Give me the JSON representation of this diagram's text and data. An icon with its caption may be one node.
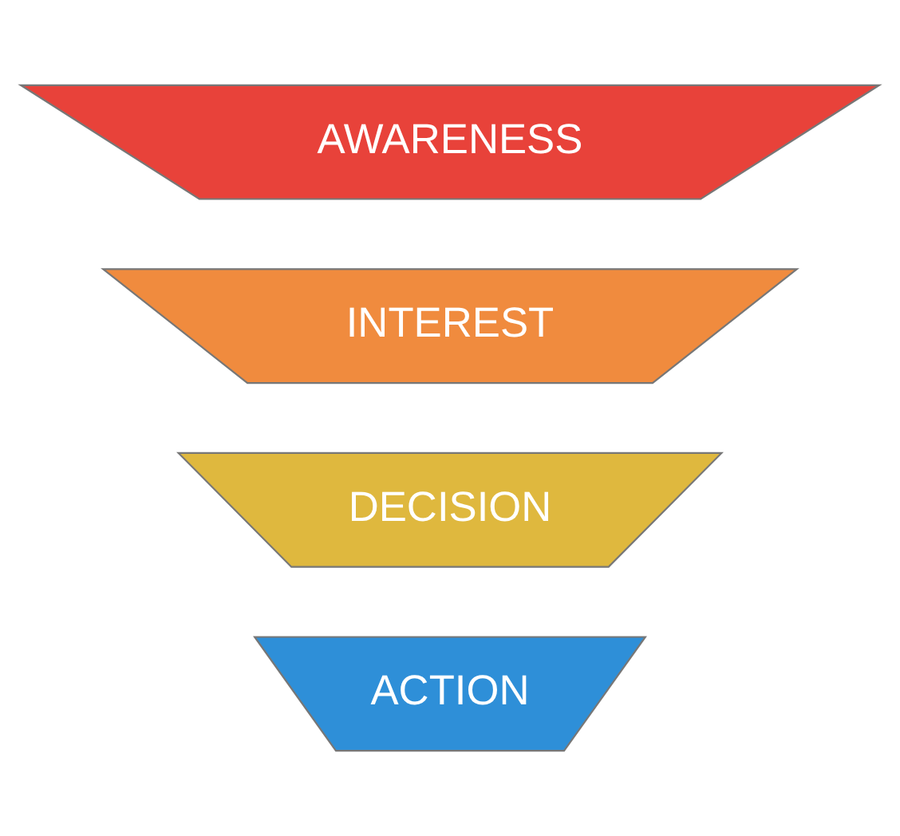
{
  "diagram": {
    "nodes": [
      {
        "text": [
          "AWARENESS"
        ]
      },
      {
        "text": [
          "INTEREST"
        ]
      },
      {
        "text": [
          "DECISION"
        ]
      },
      {
        "text": [
          "ACTION"
        ]
      }
    ]
  }
}
